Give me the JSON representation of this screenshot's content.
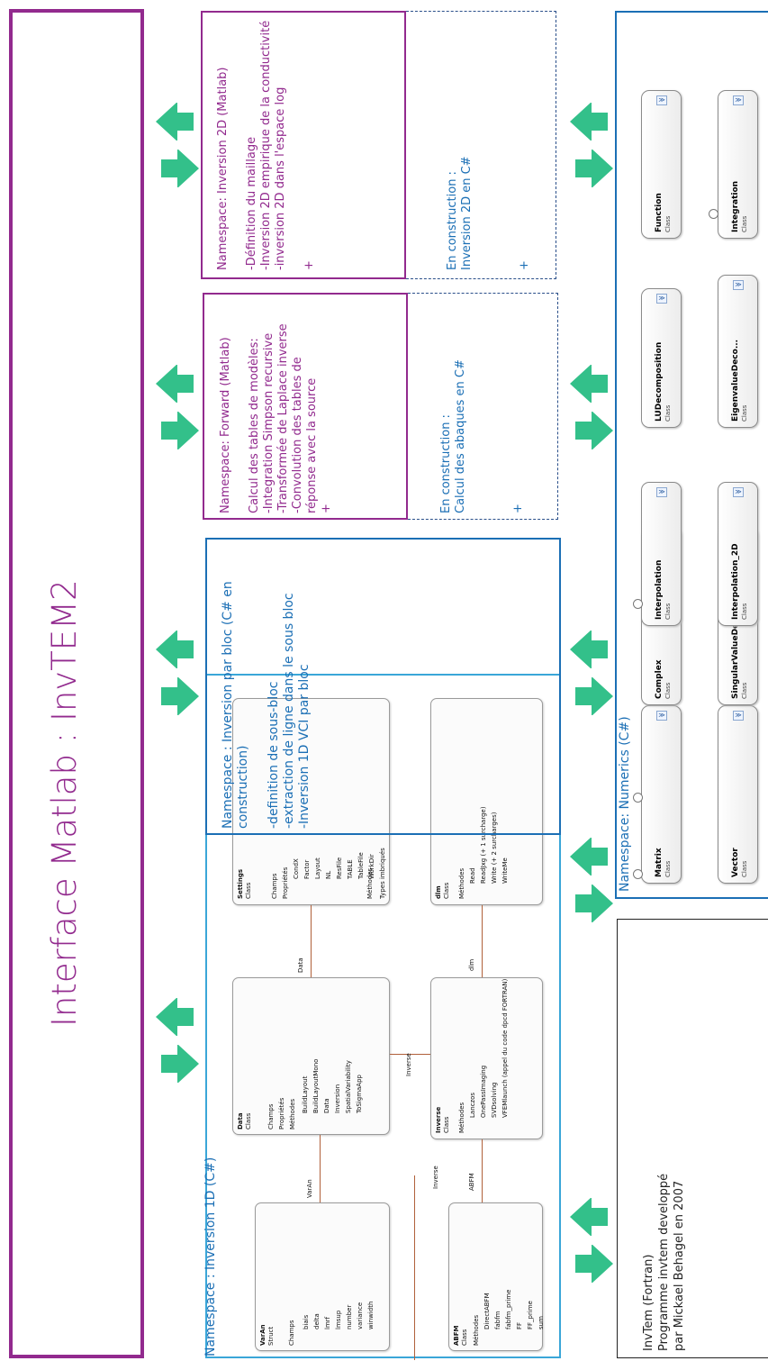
{
  "title": "Interface Matlab : InvTEM2",
  "inversion1d": {
    "namespace": "Namespace : Inversion 1D (C#)",
    "classes": {
      "varan": {
        "name": "VarAn",
        "kind": "Struct",
        "section": "Champs",
        "items": [
          "biais",
          "delta",
          "lmrf",
          "lmsup",
          "number",
          "variance",
          "winwidth"
        ]
      },
      "data": {
        "name": "Data",
        "kind": "Class",
        "sections": [
          "Champs",
          "Propriétés",
          "Méthodes"
        ],
        "items": [
          "BuildLayout",
          "BuildLayoutMono",
          "Data",
          "Inversion",
          "SpatialVariability",
          "ToSigmaApp"
        ]
      },
      "settings": {
        "name": "Settings",
        "kind": "Class",
        "sections": [
          "Champs",
          "Propriétés"
        ],
        "items": [
          "CondX",
          "Factor",
          "Layout",
          "NL",
          "ResFile",
          "TABLE",
          "TableFile",
          "WorkDir"
        ],
        "footer": [
          "Méthodes",
          "Types imbriqués"
        ]
      },
      "abfm": {
        "name": "ABFM",
        "kind": "Class",
        "section": "Méthodes",
        "items": [
          "DirectABFM",
          "fabfm",
          "fabfm_prime",
          "FF",
          "FF_prime",
          "sum"
        ]
      },
      "inverse": {
        "name": "Inverse",
        "kind": "Class",
        "section": "Méthodes",
        "items": [
          "Lanczos",
          "OnePassImaging",
          "SVDsolving",
          "VFEMlaunch  (appel du code dpcd FORTRAN)"
        ]
      },
      "dlm": {
        "name": "dlm",
        "kind": "Class",
        "section": "Méthodes",
        "items": [
          "Read",
          "ReadJxg (+ 1 surcharge)",
          "Write (+ 2 surcharges)",
          "WriteMe"
        ]
      }
    },
    "links": [
      "VarAn",
      "Data",
      "Inverse",
      "dlm",
      "Inverse",
      "ABFM"
    ]
  },
  "blocInversion": {
    "lines": [
      "Namespace : Inversion par bloc (C# en",
      "construction)",
      "",
      "-definition de sous-bloc",
      "-extraction de ligne dans le sous bloc",
      "-Inversion 1D VCI par bloc"
    ]
  },
  "forward": {
    "lines": [
      "Namespace: Forward  (Matlab)",
      "",
      "Calcul des tables de modèles:",
      "-Integration Simpson recursive",
      "-Transformée de Laplace inverse",
      "-Convolution des tables de",
      "réponse avec la source",
      "+"
    ],
    "construction": [
      "En construction :",
      "Calcul des abaques en C#",
      "",
      "",
      "",
      "+"
    ]
  },
  "inversion2d": {
    "lines": [
      "Namespace: Inversion 2D (Matlab)",
      "",
      "-Définition du maillage",
      "-Inversion 2D empirique de la conductivité",
      "-inversion 2D dans l'espace log",
      "",
      "+"
    ],
    "construction": [
      "En construction :",
      "Inversion 2D en C#",
      "",
      "",
      "",
      "+"
    ]
  },
  "fortran": {
    "lines": [
      "InvTem (Fortran)",
      "Programme invtem developpé",
      "par Mickael Behagel en 2007"
    ]
  },
  "numerics": {
    "namespace": "Namespace: Numerics (C#)",
    "classes": [
      {
        "name": "Matrix",
        "kind": "Class"
      },
      {
        "name": "Complex",
        "kind": "Class"
      },
      {
        "name": "Interpolation",
        "kind": "Class"
      },
      {
        "name": "LUDecomposition",
        "kind": "Class"
      },
      {
        "name": "Function",
        "kind": "Class"
      },
      {
        "name": "Vector",
        "kind": "Class"
      },
      {
        "name": "SingularValueDe...",
        "kind": "Class"
      },
      {
        "name": "Interpolation_2D",
        "kind": "Class"
      },
      {
        "name": "EigenvalueDeco...",
        "kind": "Class"
      },
      {
        "name": "Integration",
        "kind": "Class"
      }
    ],
    "expand_glyph": "≫"
  },
  "colors": {
    "purple": "#922a8e",
    "blue": "#1b6fb5",
    "darkblue": "#2a4f8a",
    "cyan": "#3aa6d8",
    "green": "#2fb57a",
    "arrowGreen": "#33c08a"
  }
}
